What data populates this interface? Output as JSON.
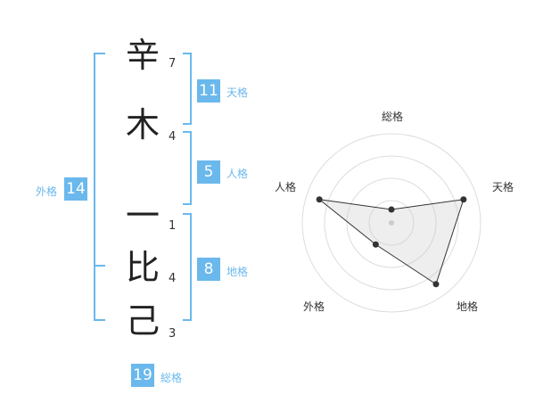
{
  "name": {
    "chars": [
      {
        "char": "辛",
        "strokes": "7"
      },
      {
        "char": "木",
        "strokes": "4"
      },
      {
        "char": "一",
        "strokes": "1"
      },
      {
        "char": "比",
        "strokes": "4"
      },
      {
        "char": "己",
        "strokes": "3"
      }
    ]
  },
  "fortunes": {
    "tenkaku": {
      "value": "11",
      "label": "天格"
    },
    "jinkaku": {
      "value": "5",
      "label": "人格"
    },
    "chikaku": {
      "value": "8",
      "label": "地格"
    },
    "gaikaku": {
      "value": "14",
      "label": "外格"
    },
    "soukaku": {
      "value": "19",
      "label": "総格"
    }
  },
  "colors": {
    "accent": "#6ab8ec"
  },
  "chart_data": {
    "type": "radar",
    "axes": [
      "総格",
      "天格",
      "地格",
      "外格",
      "人格"
    ],
    "values": [
      0.15,
      0.85,
      0.85,
      0.3,
      0.85
    ],
    "rings": 4
  }
}
